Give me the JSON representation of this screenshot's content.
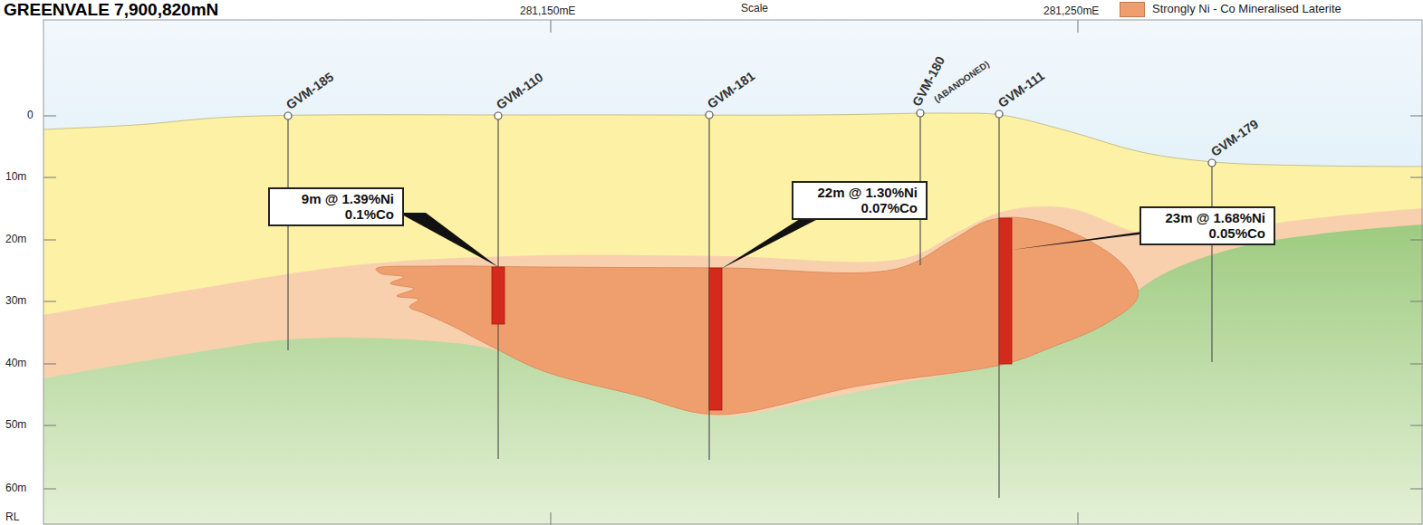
{
  "diagram": {
    "title": "GREENVALE 7,900,820mN",
    "nodes": [
      {
        "text": [
          "9m @ 1.39%Ni",
          "0.1%Co"
        ]
      },
      {
        "text": [
          "22m @ 1.30%Ni",
          "0.07%Co"
        ]
      },
      {
        "text": [
          "23m @ 1.68%Ni",
          "0.05%Co"
        ]
      }
    ],
    "labels": [
      "281,150mE",
      "Scale",
      "281,250mE",
      "GVM-185",
      "GVM-110",
      "GVM-181",
      "GVM-180",
      "(ABANDONED)",
      "GVM-111",
      "GVM-179",
      "0",
      "10m",
      "20m",
      "30m",
      "40m",
      "50m",
      "60m",
      "RL"
    ],
    "legend": [
      {
        "text": "Strongly Ni - Co Mineralised Laterite",
        "color": "#ef9f6e"
      }
    ]
  }
}
